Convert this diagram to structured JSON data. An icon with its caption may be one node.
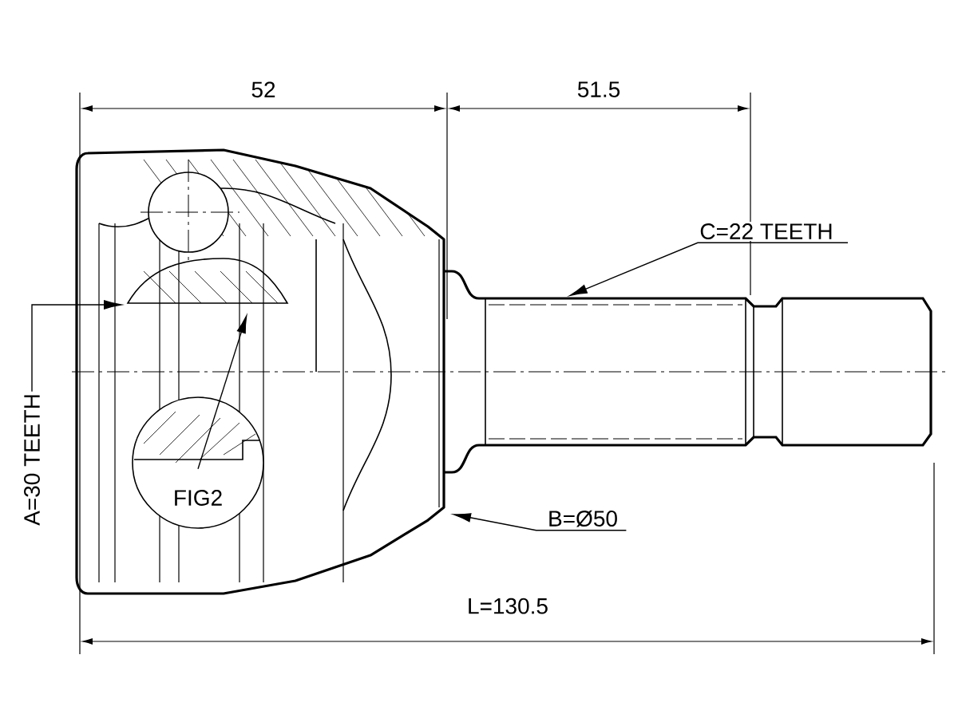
{
  "diagram": {
    "nodes": [
      {
        "text": [
          "C=22 TEETH"
        ]
      },
      {
        "text": [
          "B=Ø50"
        ]
      },
      {
        "text": [
          "A=30 TEETH"
        ]
      },
      {
        "text": [
          "FIG2"
        ]
      }
    ],
    "edges": [
      {
        "from": 0,
        "to": null,
        "arrow": "to"
      },
      {
        "from": 1,
        "to": null,
        "arrow": "to"
      },
      {
        "from": 2,
        "to": null,
        "arrow": "to"
      },
      {
        "from": 3,
        "to": null,
        "arrow": "to"
      }
    ],
    "labels": [
      "52",
      "51.5",
      "L=130.5"
    ]
  }
}
